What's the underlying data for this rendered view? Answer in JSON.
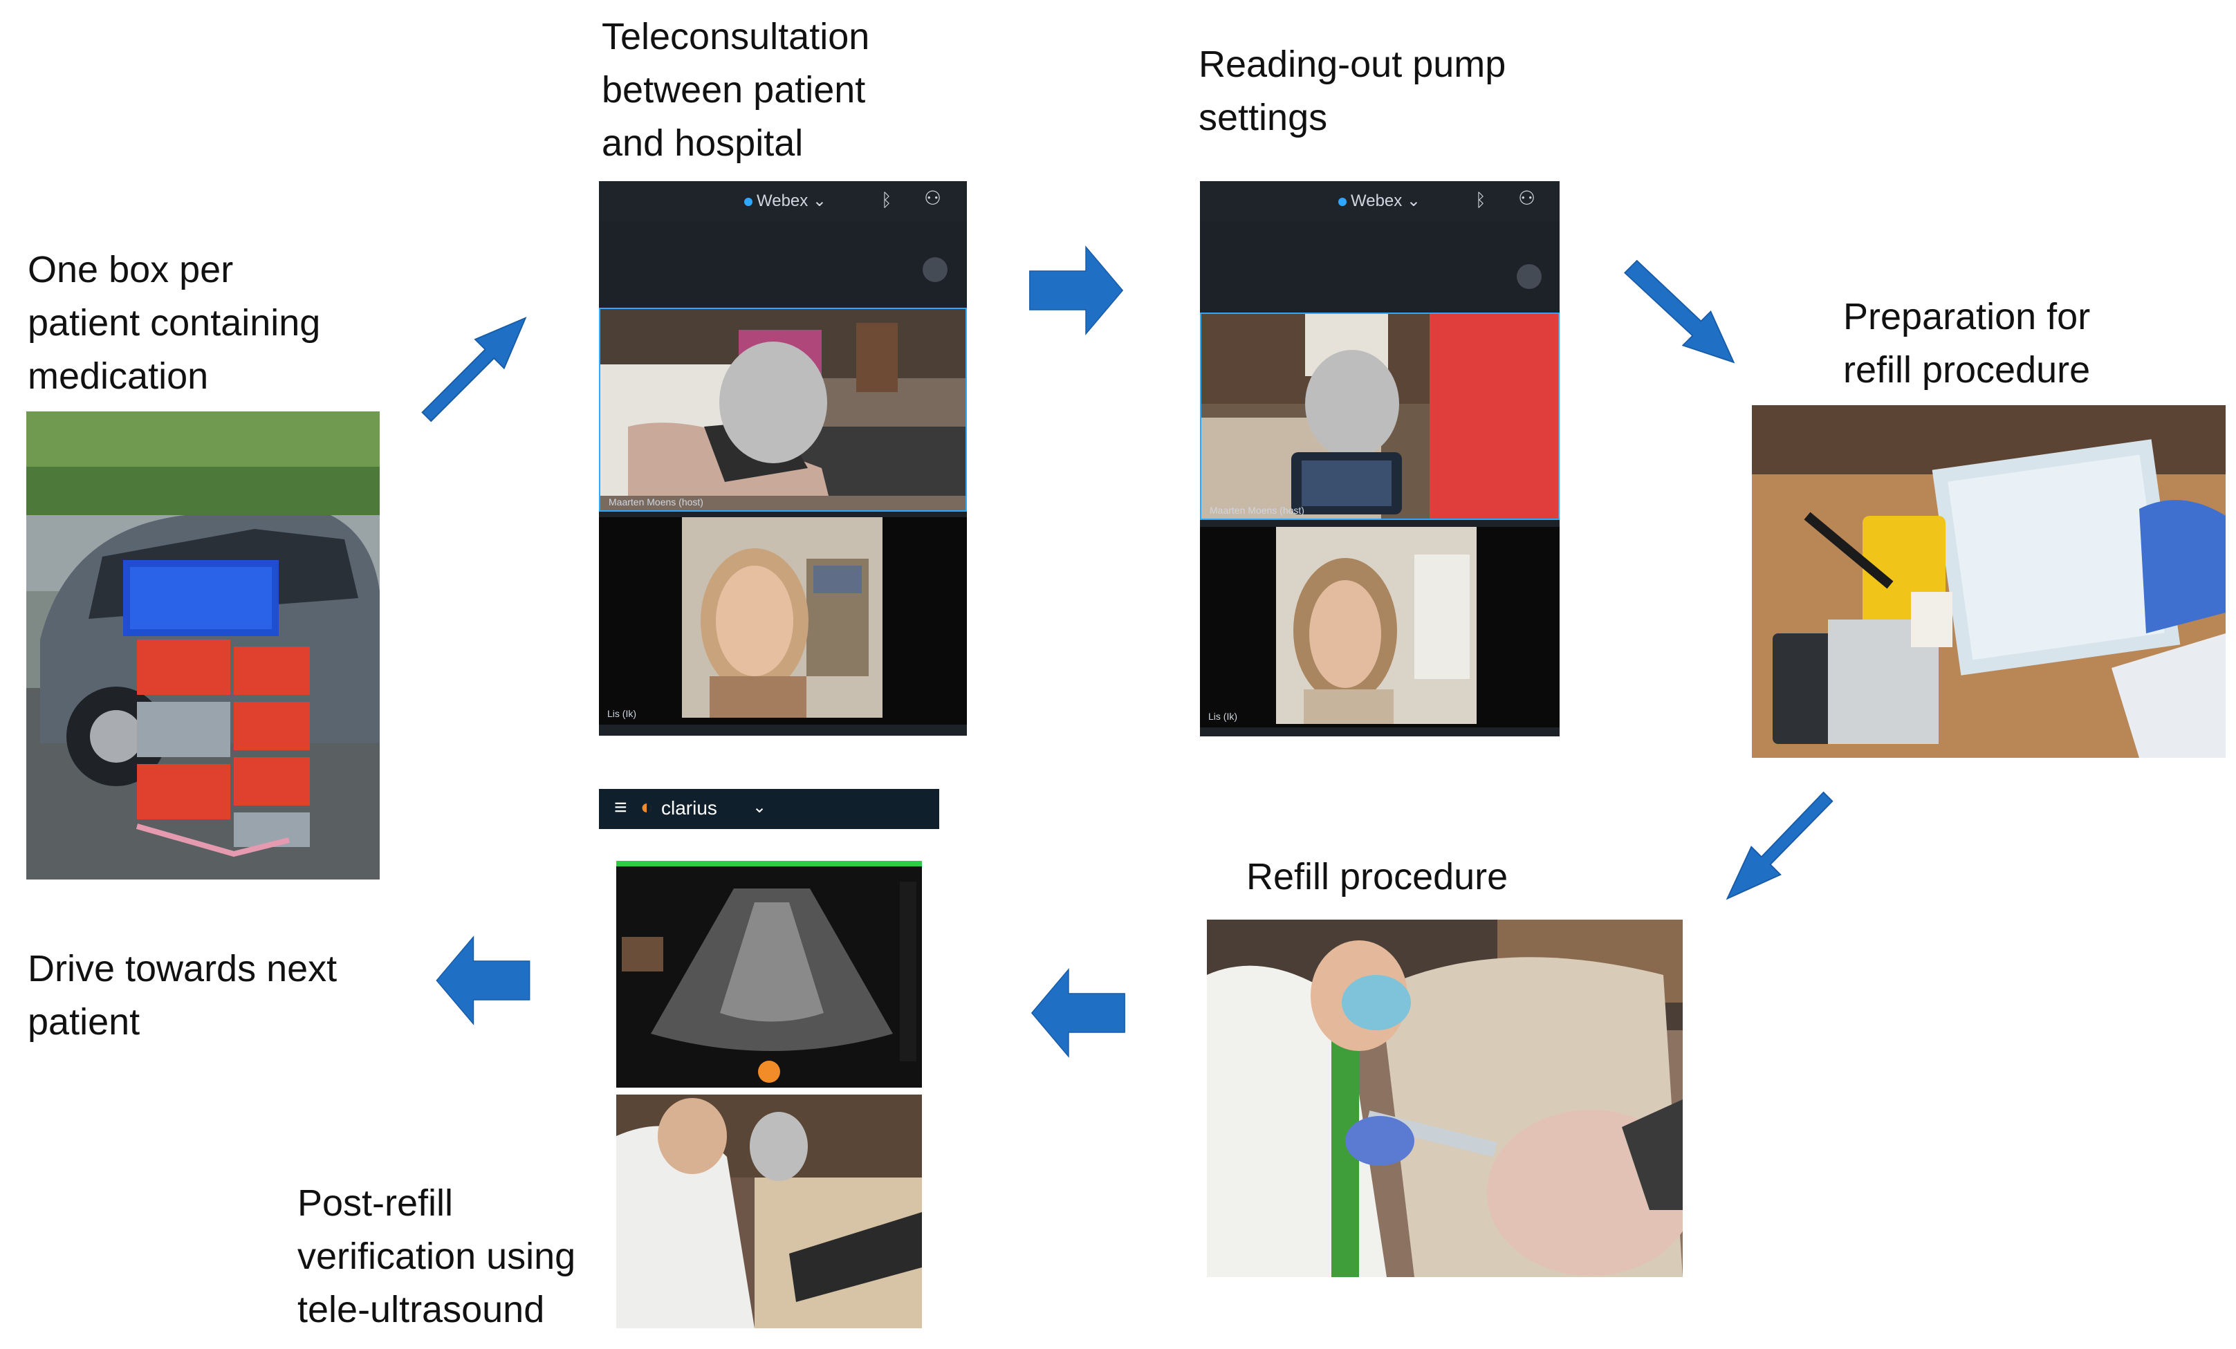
{
  "captions": {
    "box": "One box per\npatient containing\nmedication",
    "teleconsult": "Teleconsultation\nbetween patient\nand hospital",
    "readout": "Reading-out pump\nsettings",
    "preparation": "Preparation for\nrefill procedure",
    "refill": "Refill procedure",
    "verification": "Post-refill\nverification using\ntele-ultrasound",
    "drive": "Drive towards next\npatient"
  },
  "screens": {
    "webex_brand": "Webex",
    "teleconsult_host": "Maarten Moens (host)",
    "readout_host": "Maarten Moens (host)",
    "teleconsult_self": "Lis (Ik)",
    "readout_self": "Lis (Ik)",
    "clarius_brand": "clarius"
  },
  "colors": {
    "arrow": "#1f6fc5",
    "arrow_outline": "#175aa6"
  }
}
